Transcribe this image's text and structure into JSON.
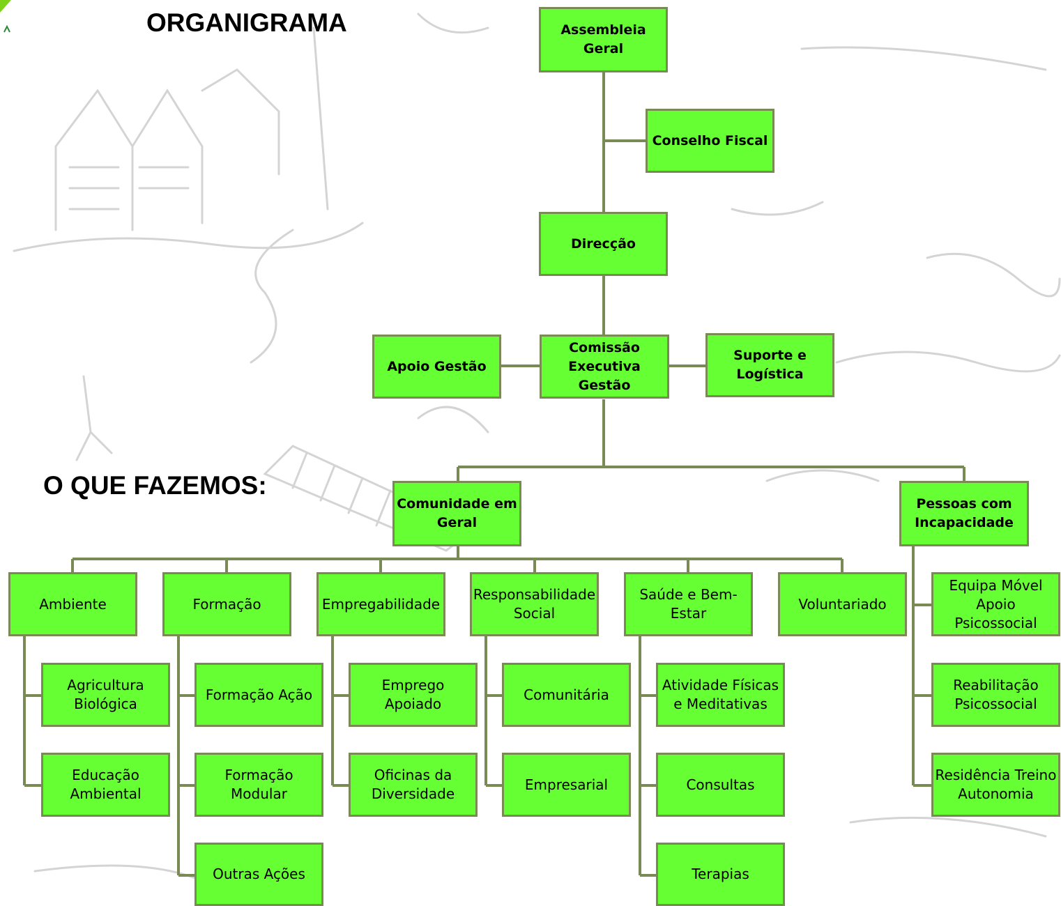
{
  "headings": {
    "title": "ORGANIGRAMA",
    "section": "O QUE FAZEMOS:"
  },
  "colors": {
    "box_fill": "#66ff33",
    "box_border": "#7a8a55",
    "connector": "#7a8a55",
    "logo_green": "#7dd31a"
  },
  "governance": {
    "assembleia": "Assembleia Geral",
    "conselho_fiscal": "Conselho Fiscal",
    "direccao": "Direcção",
    "apoio_gestao": "Apoio Gestão",
    "comissao": "Comissão Executiva Gestão",
    "suporte": "Suporte e Logística"
  },
  "branches": {
    "comunidade": "Comunidade em Geral",
    "pessoas": "Pessoas com Incapacidade"
  },
  "areas": {
    "ambiente": {
      "label": "Ambiente",
      "items": [
        "Agricultura Biológica",
        "Educação Ambiental"
      ]
    },
    "formacao": {
      "label": "Formação",
      "items": [
        "Formação Ação",
        "Formação Modular",
        "Outras Ações"
      ]
    },
    "empregabilidade": {
      "label": "Empregabilidade",
      "items": [
        "Emprego Apoiado",
        "Oficinas da Diversidade"
      ]
    },
    "responsabilidade": {
      "label": "Responsabilidade Social",
      "items": [
        "Comunitária",
        "Empresarial"
      ]
    },
    "saude": {
      "label": "Saúde e Bem-Estar",
      "items": [
        "Atividade Físicas e Meditativas",
        "Consultas",
        "Terapias"
      ]
    },
    "voluntariado": {
      "label": "Voluntariado"
    }
  },
  "incapacidade": {
    "items": [
      "Equipa Móvel Apoio Psicossocial",
      "Reabilitação Psicossocial",
      "Residência Treino Autonomia"
    ]
  }
}
